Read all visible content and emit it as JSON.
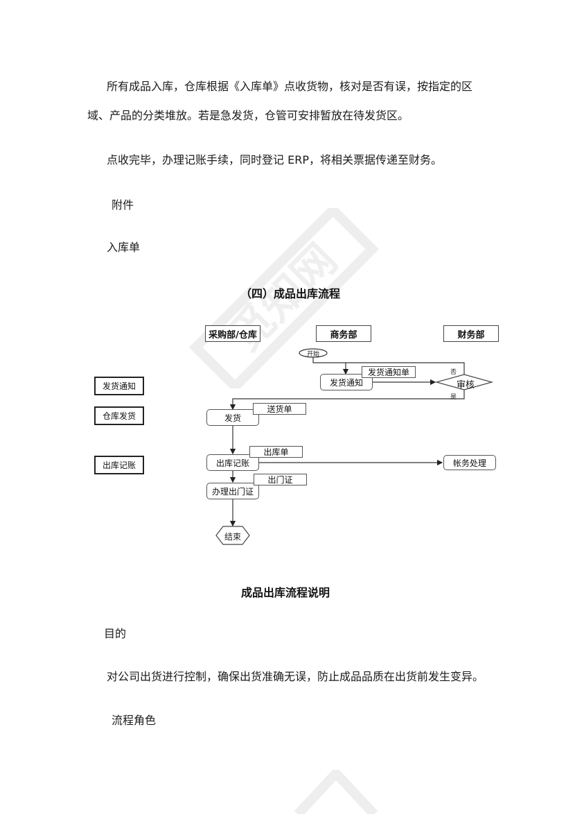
{
  "paragraphs": {
    "p1_line1": "所有成品入库，仓库根据《入库单》点收货物，核对是否有误，按指定的区",
    "p1_line2": "域、产品的分类堆放。若是急发货，仓管可安排暂放在待发货区。",
    "p2": "点收完毕，办理记账手续，同时登记 ERP，将相关票据传递至财务。",
    "attachment_label": "附件",
    "attachment_item": "入库单"
  },
  "section_title": "（四）成品出库流程",
  "flowchart": {
    "lanes": [
      "采购部/仓库",
      "商务部",
      "财务部"
    ],
    "side_labels": [
      "发货通知",
      "仓库发货",
      "出库记账"
    ],
    "start": "开始",
    "nodes": {
      "notify": "发货通知",
      "notify_doc": "发货通知单",
      "review": "审核",
      "review_no": "否",
      "review_yes": "是",
      "ship": "发货",
      "ship_doc": "送货单",
      "outbound": "出库记账",
      "outbound_doc": "出库单",
      "gatepass": "办理出门证",
      "gatepass_doc": "出门证",
      "accounting": "帐务处理",
      "end": "结束"
    }
  },
  "explanation": {
    "title": "成品出库流程说明",
    "purpose_label": "目的",
    "purpose_text": "对公司出货进行控制，确保出货准确无误，防止成品品质在出货前发生变异。",
    "roles_label": "流程角色"
  },
  "watermark": {
    "text": "觅知网",
    "color": "#ececec"
  }
}
